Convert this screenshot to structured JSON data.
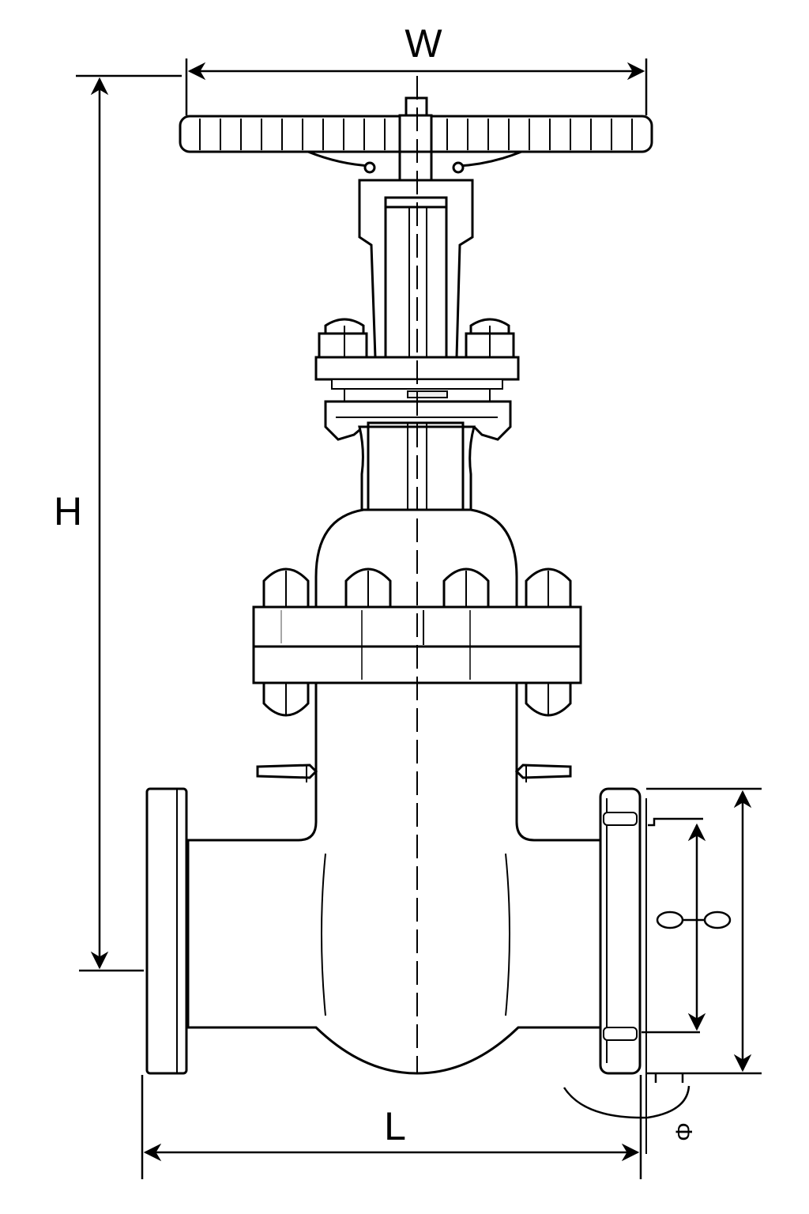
{
  "diagram": {
    "labels": {
      "width": "W",
      "height": "H",
      "length": "L",
      "diameter": "Φ"
    },
    "colors": {
      "line": "#000000",
      "background": "#ffffff",
      "shade": "#f4f4f4"
    }
  }
}
